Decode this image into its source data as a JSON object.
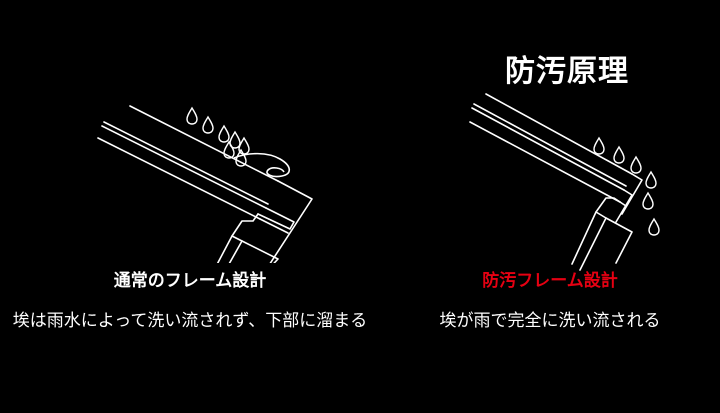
{
  "background_color": "#000000",
  "title": {
    "text": "防汚原理",
    "color": "#ffffff"
  },
  "panels": [
    {
      "id": "normal-frame",
      "heading": "通常のフレーム設計",
      "heading_color": "#ffffff",
      "description": "埃は雨水によって洗い流されず、下部に溜まる",
      "description_color": "#ffffff",
      "diagram_name": "normal-frame-diagram",
      "diagram_description": "Line drawing of an angled aluminium frame profile with water droplets running along the top surface and pooling in a blob at the lower end of the channel."
    },
    {
      "id": "anti-fouling-frame",
      "heading": "防汚フレーム設計",
      "heading_color": "#e60012",
      "description": "埃が雨で完全に洗い流される",
      "description_color": "#ffffff",
      "diagram_name": "anti-fouling-frame-diagram",
      "diagram_description": "Line drawing of an angled aluminium frame profile with a clean drip edge; water droplets fall freely off the end and away from the frame."
    }
  ],
  "colors": {
    "line": "#ffffff",
    "accent_red": "#e60012",
    "background": "#000000"
  }
}
